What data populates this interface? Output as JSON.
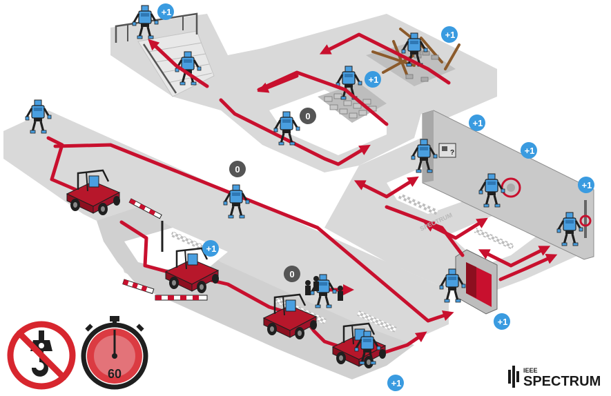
{
  "colors": {
    "floor": "#d9d9d9",
    "floor_edge": "#c4c4c4",
    "path_red": "#c8102e",
    "robot_blue": "#4a9fe0",
    "robot_dark": "#1f1f1f",
    "badge_blue": "#3a9be0",
    "badge_gray": "#555555",
    "wall_gray": "#c9c9c9",
    "no_sign_red": "#d7262e"
  },
  "point_badges": [
    {
      "id": "stairs-top",
      "label": "+1",
      "kind": "plus"
    },
    {
      "id": "debris",
      "label": "+1",
      "kind": "plus"
    },
    {
      "id": "rubble",
      "label": "+1",
      "kind": "plus"
    },
    {
      "id": "wall-start",
      "label": "+1",
      "kind": "plus"
    },
    {
      "id": "wall-mid",
      "label": "+1",
      "kind": "plus"
    },
    {
      "id": "valve",
      "label": "+1",
      "kind": "plus"
    },
    {
      "id": "door",
      "label": "+1",
      "kind": "plus"
    },
    {
      "id": "vehicle-driving",
      "label": "+1",
      "kind": "plus"
    },
    {
      "id": "vehicle-egress",
      "label": "+1",
      "kind": "plus"
    },
    {
      "id": "terrain-walk",
      "label": "0",
      "kind": "zero"
    },
    {
      "id": "main-walk",
      "label": "0",
      "kind": "zero"
    },
    {
      "id": "human-assist",
      "label": "0",
      "kind": "zero"
    }
  ],
  "icons": {
    "no_tether": "no-tether-crane-hook-icon",
    "timer": "stopwatch-icon"
  },
  "timer": {
    "minutes": "60"
  },
  "brand": {
    "small": "IEEE",
    "big": "SPECTRUM"
  },
  "watermark": "SPECTRUM"
}
